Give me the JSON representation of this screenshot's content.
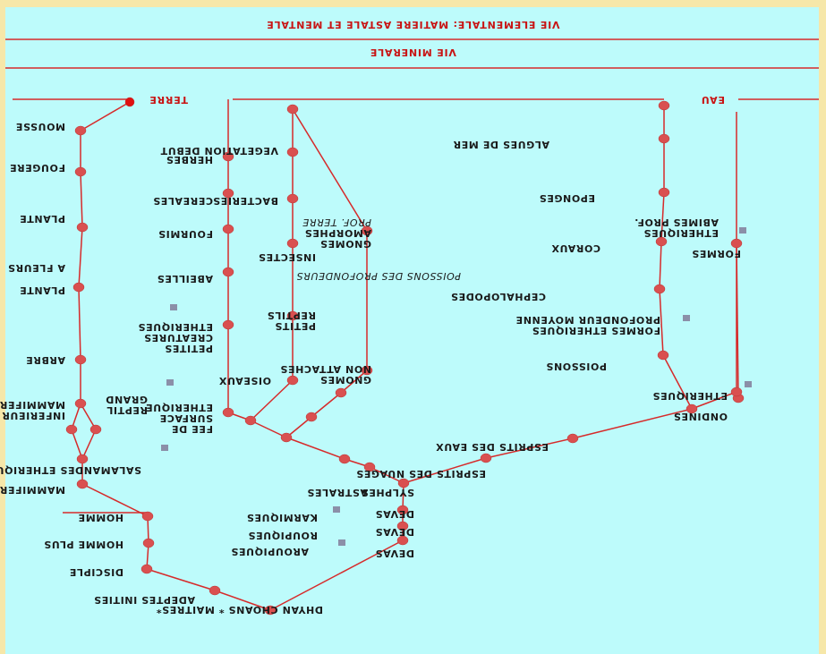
{
  "colors": {
    "frame": "#f6e7a9",
    "panel": "#bdfbfb",
    "line": "#d62a2a",
    "node": "#d95050",
    "text": "#1a1a1a",
    "header_text": "#c81414",
    "marker": "#8b8fa8"
  },
  "header": {
    "line1": "VIE ELEMENTALE:  MATIERE ASTALE ET MENTALE",
    "line2": "VIE  MINERALE",
    "terre": "TERRE",
    "eau": "EAU"
  },
  "labels": {
    "mousse": "MOUSSE",
    "fougere": "FOUGERE",
    "plante": "PLANTE",
    "a_fleurs": "A FLEURS",
    "plante2": "PLANTE",
    "arbre": "ARBRE",
    "mammifere_inferieur_1": "MAMMIFERE",
    "mammifere_inferieur_2": "INFERIEUR",
    "reptil_1": "REPTIL",
    "reptil_2": "GRAND",
    "mammifere": "MAMMIFERE",
    "homme": "HOMME",
    "homme_plus": "HOMME  PLUS",
    "disciple": "DISCIPLE",
    "adeptes": "ADEPTES INITIES",
    "herbes": "HERBES",
    "cereales": "CEREALES",
    "fourmis": "FOURMIS",
    "abeilles": "ABEILLES",
    "creatures_1": "PETITES",
    "creatures_2": "CREATURES",
    "creatures_3": "ETHERIQUES",
    "fee_1": "FEE DE",
    "fee_2": "SURFACE",
    "fee_3": "ETHERIQUE",
    "salamandres": "SALAMANDES ETHERIQUES",
    "vegetation": "VEGETATION  DEBUT",
    "bacteries": "BACTERIES",
    "insectes": "INSECTES",
    "reptils_1": "PETITS",
    "reptils_2": "REPTILS",
    "oiseaux": "OISEAUX",
    "gnomes_prof_1": "PROF. TERRE",
    "gnomes_prof_2": "AMORPHES",
    "gnomes_prof_3": "GNOMES",
    "gnomes_na_1": "NON ATTACHES",
    "gnomes_na_2": "GNOMES",
    "sylphes": "SYLPHES",
    "astrales": "ASTRALES",
    "devas1": "DEVAS",
    "karmiques": "KARMIQUES",
    "devas2": "DEVAS",
    "roupiques": "ROUPIQUES",
    "devas3": "DEVAS",
    "aroupiques": "AROUPIQUES",
    "dhyan": "DHYAN CHOANS * MAITRES*",
    "algues": "ALGUES DE MER",
    "eponges": "EPONGES",
    "coraux": "CORAUX",
    "poissons_prof": "POISSONS DES PROFONDEURS",
    "cephalopodes": "CEPHALOPODES",
    "poissons": "POISSONS",
    "abimes_1": "ABIMES PROF.",
    "abimes_2": "ETHERIQUES",
    "abimes_3": "FORMES",
    "formes_moy_1": "PROFONDEUR MOYENNE",
    "formes_moy_2": "FORMES ETHERIQUES",
    "ondines_1": "ETHERIQUES",
    "ondines_2": "ONDINES",
    "esprits_eaux": "ESPRITS DES EAUX",
    "esprits_nuages": "ESPRITS DES NUAGES"
  }
}
